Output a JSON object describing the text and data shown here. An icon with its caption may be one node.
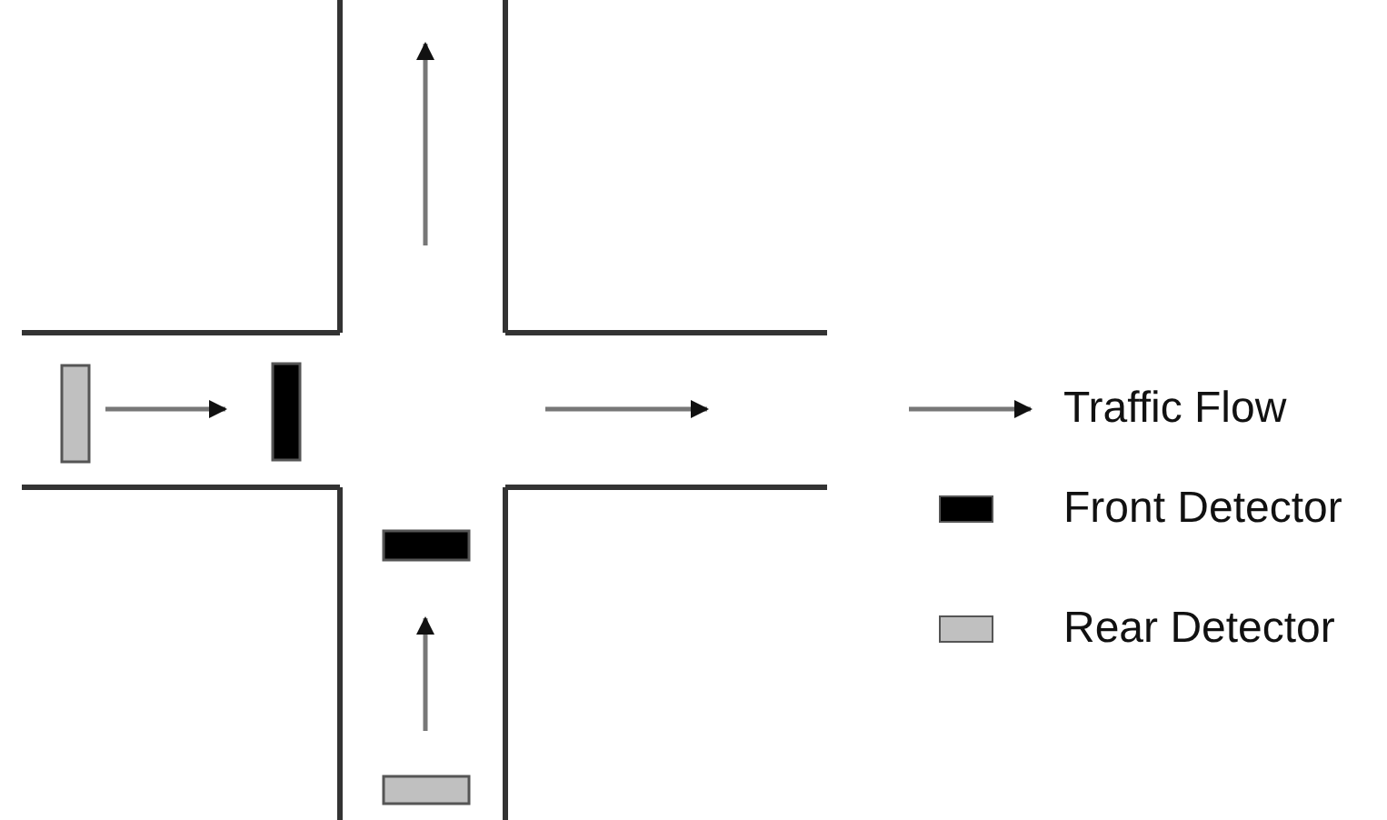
{
  "diagram": {
    "legend": [
      {
        "text": "Traffic Flow"
      },
      {
        "text": "Front Detector",
        "color": "#000000"
      },
      {
        "text": "Rear Detector",
        "color": "#c0c0c0"
      }
    ]
  }
}
